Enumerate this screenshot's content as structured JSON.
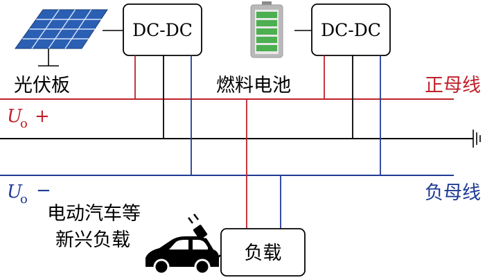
{
  "components": {
    "solar_panel_label": "光伏板",
    "fuel_cell_label": "燃料电池",
    "converter_left_label": "DC-DC",
    "converter_right_label": "DC-DC",
    "load_label": "负载",
    "ev_label_line1": "电动汽车等",
    "ev_label_line2": "新兴负载"
  },
  "buses": {
    "positive_bus_label": "正母线",
    "negative_bus_label": "负母线",
    "positive_voltage_symbol": "U",
    "positive_voltage_subscript": "o",
    "positive_voltage_sign": "+",
    "negative_voltage_symbol": "U",
    "negative_voltage_subscript": "o",
    "negative_voltage_sign": "−"
  },
  "colors": {
    "positive_bus": "#c0202a",
    "negative_bus": "#1f3a93",
    "ground_line": "#000000",
    "panel_blue": "#2b5fb3",
    "battery_green": "#4caf50"
  }
}
